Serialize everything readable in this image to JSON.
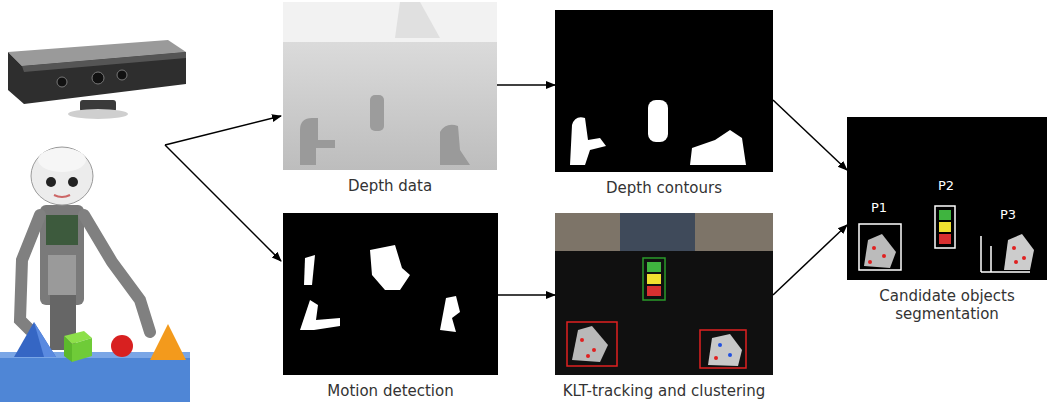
{
  "diagram": {
    "nodes": [
      {
        "text": [
          "Depth data"
        ]
      },
      {
        "text": [
          "Depth contours"
        ]
      },
      {
        "text": [
          "Motion detection"
        ]
      },
      {
        "text": [
          "KLT-tracking and clustering"
        ]
      },
      {
        "text": [
          "Candidate objects segmentation"
        ]
      }
    ],
    "edges": [
      {
        "from": 0,
        "to": 1,
        "arrow": "to"
      },
      {
        "from": 2,
        "to": 3,
        "arrow": "to"
      },
      {
        "from": 1,
        "to": 4,
        "arrow": "to"
      },
      {
        "from": 3,
        "to": 4,
        "arrow": "to"
      }
    ],
    "labels": [
      "P1",
      "P2",
      "P3"
    ]
  }
}
